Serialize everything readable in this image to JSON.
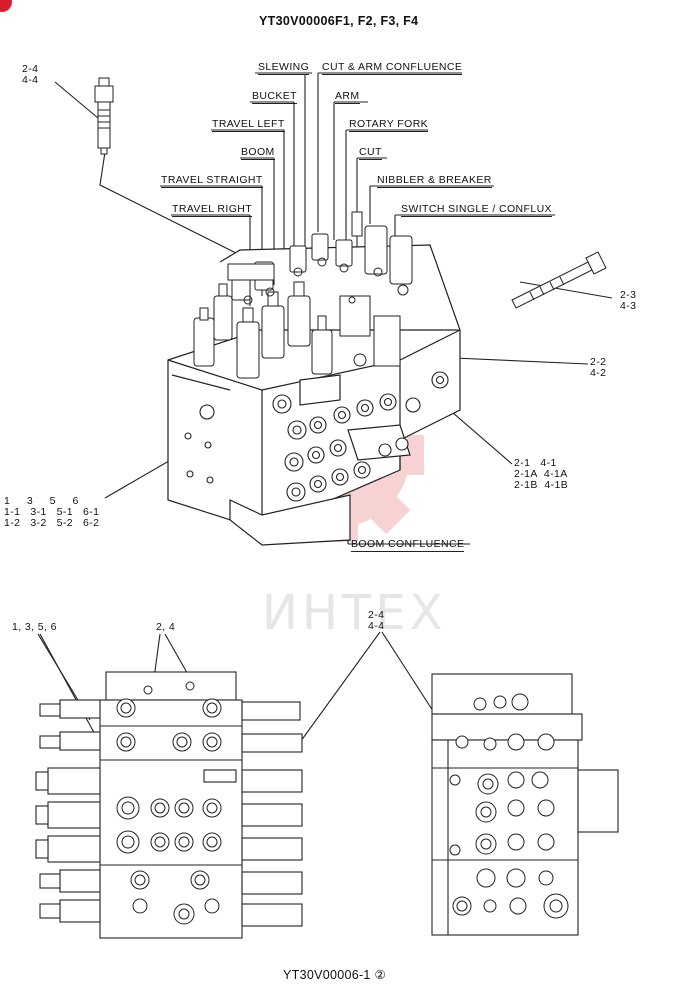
{
  "header": {
    "title": "YT30V00006F1, F2, F3, F4"
  },
  "footer": {
    "caption": "YT30V00006-1 ②"
  },
  "watermark": {
    "text": "ИНТЕХ",
    "color": "#e6e6e6",
    "emblem_color": "#f2b2b2"
  },
  "colors": {
    "badge": "#d91e2b",
    "line": "#222222"
  },
  "callouts": {
    "slewing": "SLEWING",
    "cut_arm_confluence": "CUT & ARM CONFLUENCE",
    "bucket": "BUCKET",
    "arm": "ARM",
    "travel_left": "TRAVEL LEFT",
    "rotary_fork": "ROTARY FORK",
    "boom": "BOOM",
    "cut": "CUT",
    "travel_straight": "TRAVEL STRAIGHT",
    "nibbler_breaker": "NIBBLER & BREAKER",
    "travel_right": "TRAVEL RIGHT",
    "switch_single_conflux": "SWITCH SINGLE / CONFLUX",
    "boom_confluence": "BOOM CONFLUENCE"
  },
  "part_refs": {
    "top_left": "2-4\n4-4",
    "bolt": "2-3\n4-3",
    "side": "2-2\n4-2",
    "block": "2-1   4-1\n2-1A  4-1A\n2-1B  4-1B",
    "spools": "1     3     5     6\n1-1   3-1   5-1   6-1\n1-2   3-2   5-2   6-2",
    "bottom_a": "1, 3, 5, 6",
    "bottom_b": "2, 4",
    "bottom_c": "2-4\n4-4"
  }
}
